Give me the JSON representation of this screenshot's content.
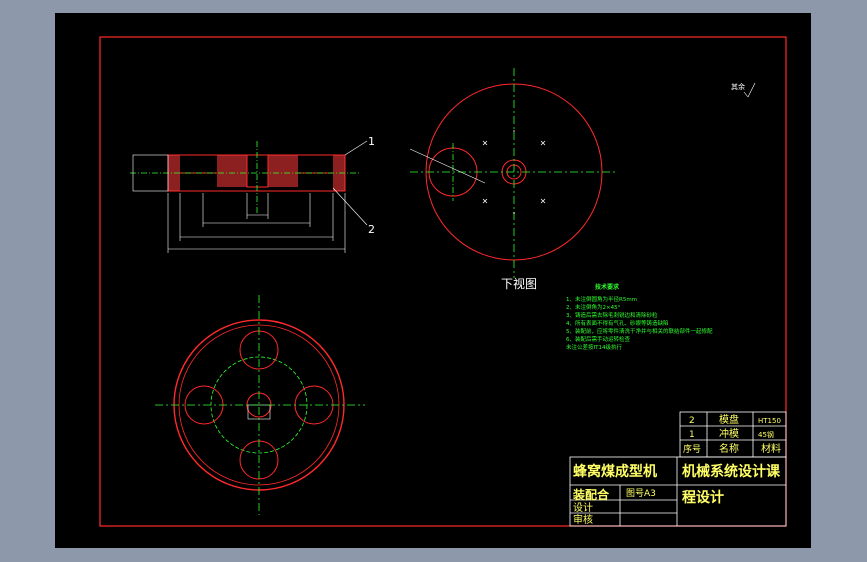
{
  "view_label": "下视图",
  "leaders": {
    "part1": "1",
    "part2": "2"
  },
  "tech_req": {
    "title": "技术要求",
    "lines": [
      "1、未注倒圆角为半径R5mm",
      "2、未注倒角为2×45°",
      "3、铸造后需去除毛刺锐边和清除砂粒",
      "4、所有表面不得有气孔、砂眼等铸造缺陷",
      "5、装配前，应将零件清洗干净并与相关的联结部件一起修配",
      "6、装配后需手动运转检查",
      "   未注公差按IT14级执行"
    ]
  },
  "title_block": {
    "parts": [
      {
        "no": "2",
        "name": "模盘",
        "material": "HT150"
      },
      {
        "no": "1",
        "name": "冲模",
        "material": "45钢"
      }
    ],
    "headers": {
      "no": "序号",
      "name": "名称",
      "material": "材料"
    },
    "drawing_name": "蜂窝煤成型机",
    "course": "机械系统设计课",
    "course2": "程设计",
    "assembly": "装配合",
    "sheet_label": "图号A3",
    "designer_label": "设计",
    "reviewer_label": "审核"
  },
  "roughness_note": "其余"
}
